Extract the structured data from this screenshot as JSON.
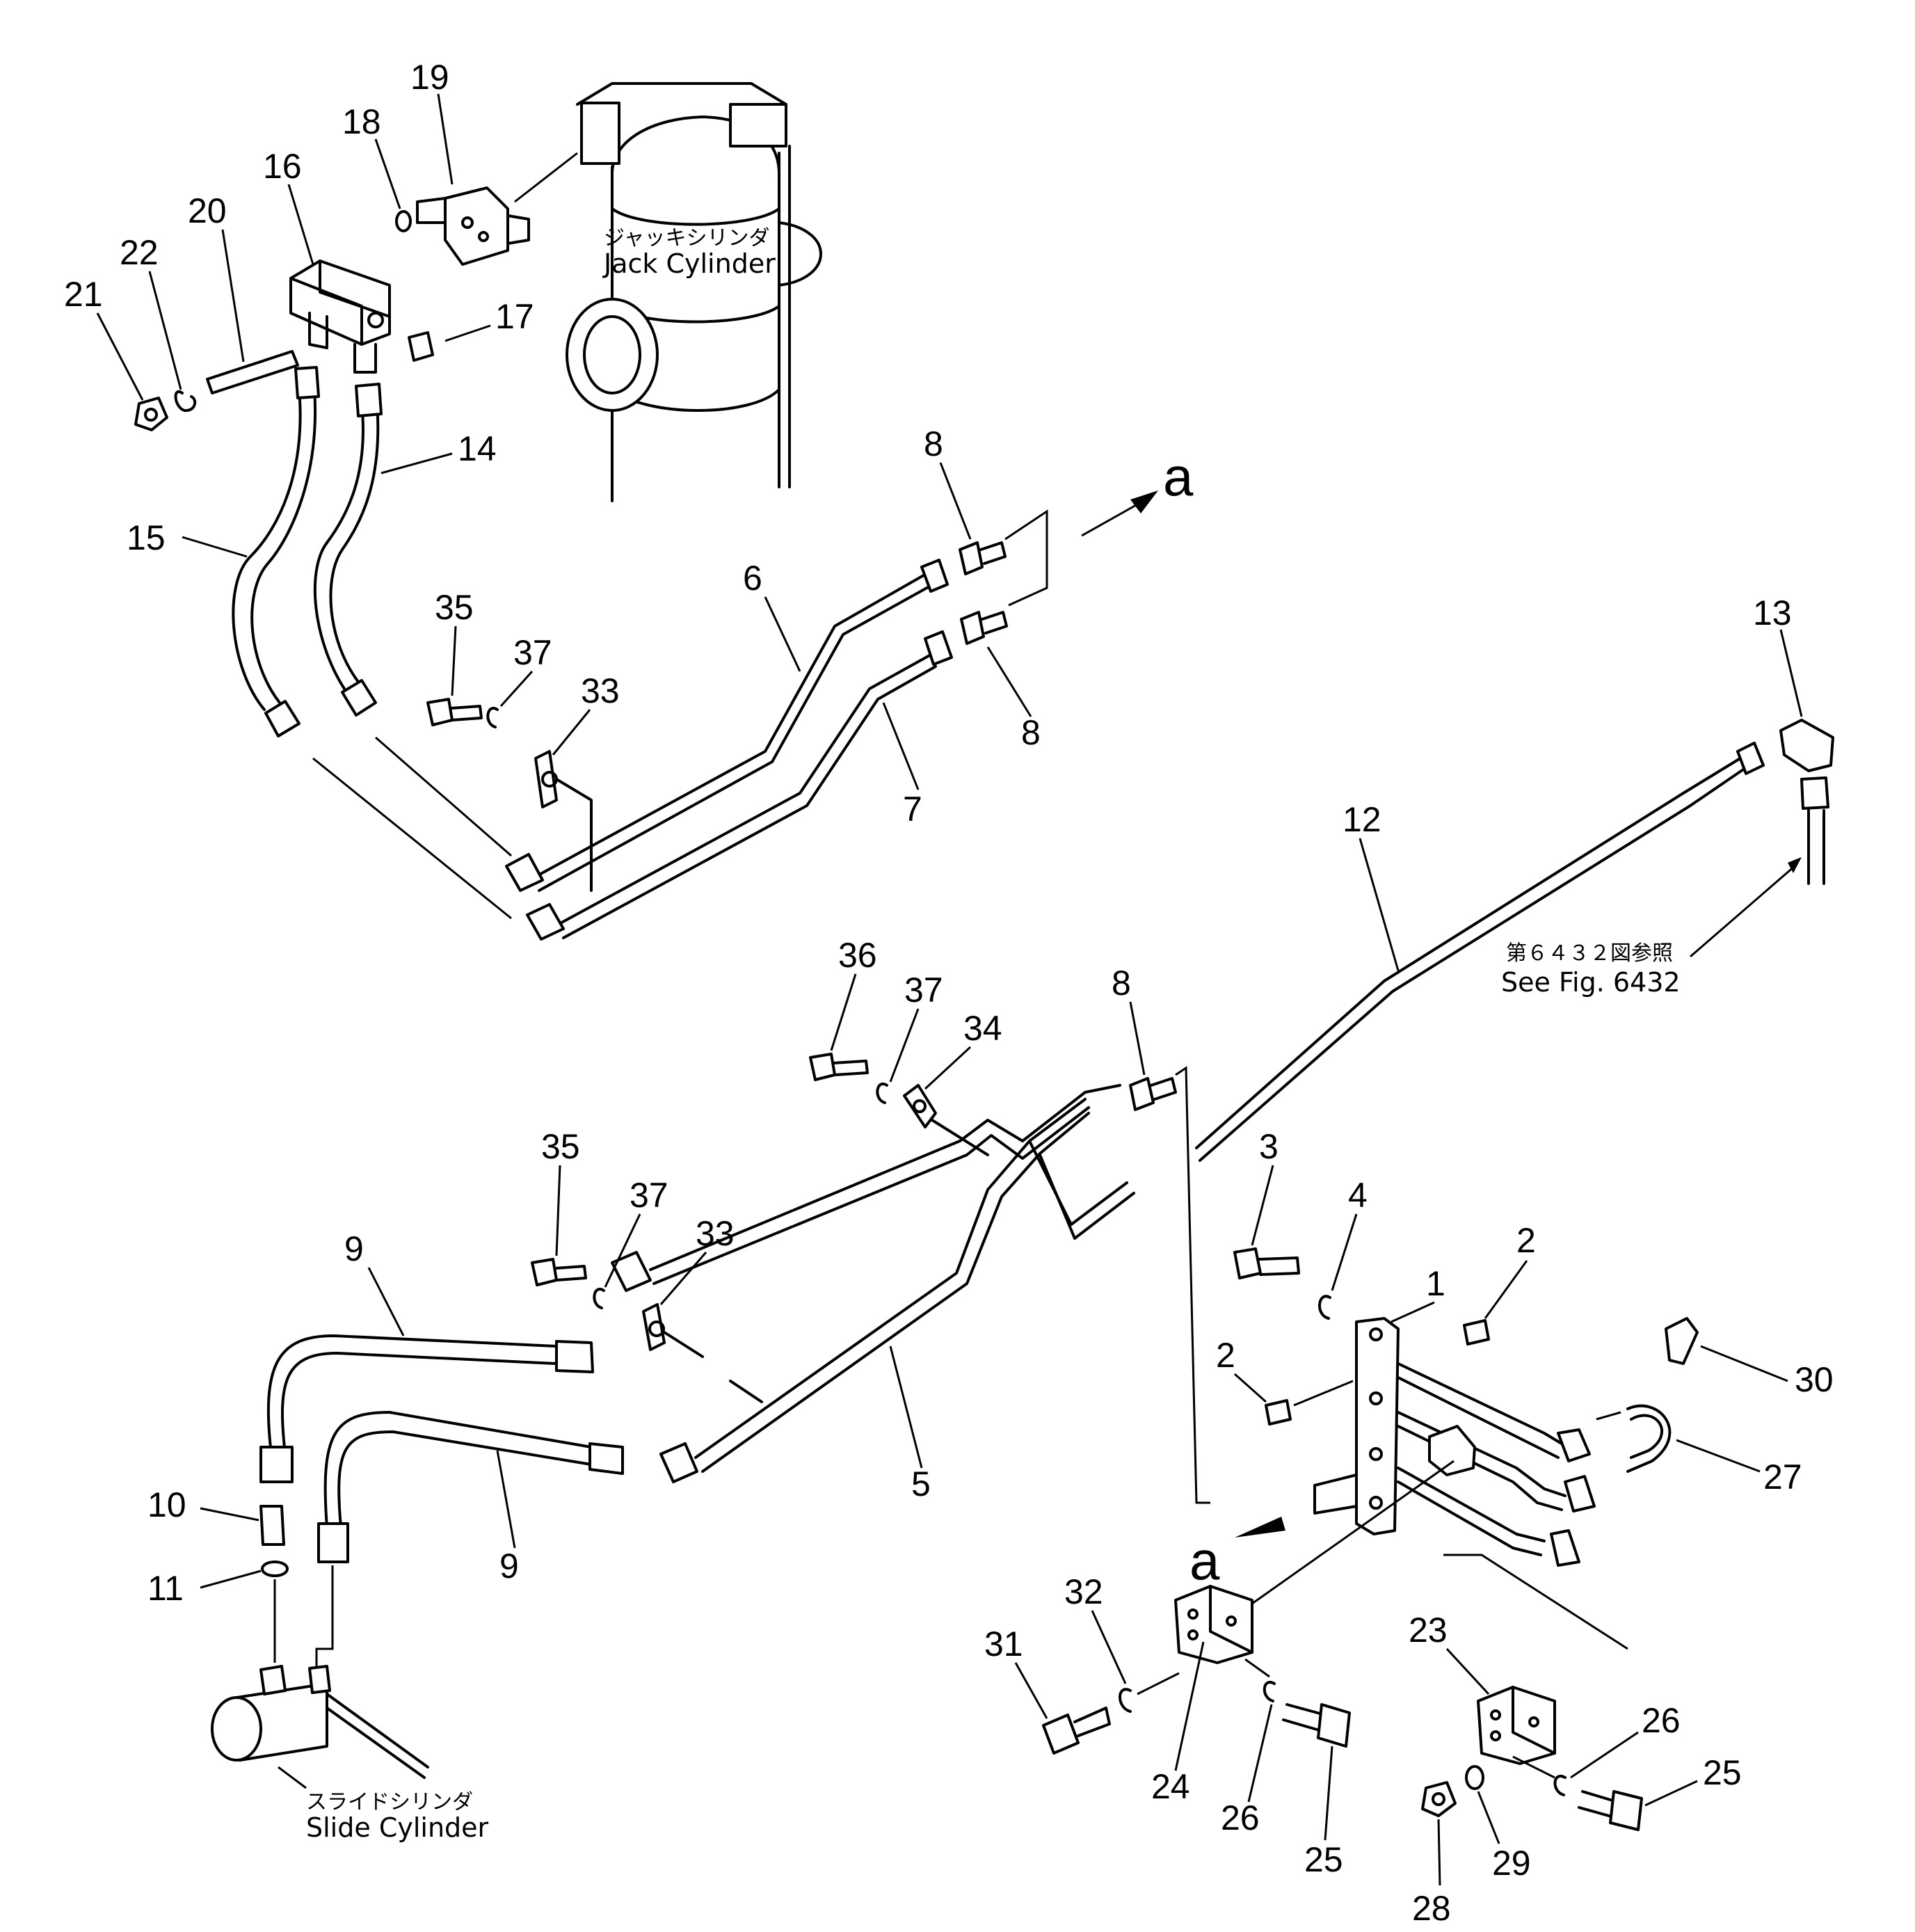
{
  "diagram": {
    "captions": {
      "jack_jp": "ジャッキシリンダ",
      "jack_en": "Jack Cylinder",
      "slide_jp": "スライドシリンダ",
      "slide_en": "Slide Cylinder",
      "see_jp": "第６４３２図参照",
      "see_en": "See Fig. 6432",
      "view_a_top": "a",
      "view_a_bottom": "a"
    },
    "callouts": {
      "c1": "1",
      "c2a": "2",
      "c2b": "2",
      "c3": "3",
      "c4": "4",
      "c5": "5",
      "c6": "6",
      "c7": "7",
      "c8a": "8",
      "c8b": "8",
      "c8c": "8",
      "c9a": "9",
      "c9b": "9",
      "c10": "10",
      "c11": "11",
      "c12": "12",
      "c13": "13",
      "c14": "14",
      "c15": "15",
      "c16": "16",
      "c17": "17",
      "c18": "18",
      "c19": "19",
      "c20": "20",
      "c21": "21",
      "c22": "22",
      "c23": "23",
      "c24": "24",
      "c25a": "25",
      "c25b": "25",
      "c26a": "26",
      "c26b": "26",
      "c27": "27",
      "c28": "28",
      "c29": "29",
      "c30": "30",
      "c31": "31",
      "c32": "32",
      "c33a": "33",
      "c33b": "33",
      "c34": "34",
      "c35a": "35",
      "c35b": "35",
      "c36": "36",
      "c37a": "37",
      "c37b": "37",
      "c37c": "37"
    }
  }
}
